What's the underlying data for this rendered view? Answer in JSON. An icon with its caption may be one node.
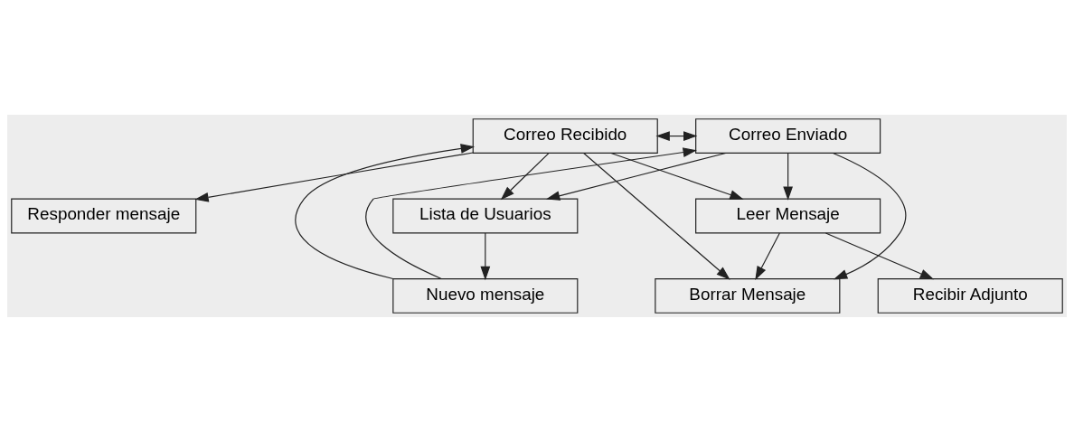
{
  "diagram": {
    "nodes": [
      {
        "text": [
          "Correo Recibido"
        ]
      },
      {
        "text": [
          "Correo Enviado"
        ]
      },
      {
        "text": [
          "Lista de Usuarios"
        ]
      },
      {
        "text": [
          "Responder mensaje"
        ]
      },
      {
        "text": [
          "Leer Mensaje"
        ]
      },
      {
        "text": [
          "Borrar Mensaje"
        ]
      },
      {
        "text": [
          "Nuevo mensaje"
        ]
      },
      {
        "text": [
          "Recibir Adjunto"
        ]
      }
    ],
    "edges": [
      {
        "from": 0,
        "to": 1,
        "arrow": "both"
      },
      {
        "from": 0,
        "to": 2,
        "arrow": "to"
      },
      {
        "from": 1,
        "to": 2,
        "arrow": "to"
      },
      {
        "from": 6,
        "to": 0,
        "arrow": "to"
      },
      {
        "from": 0,
        "to": 3,
        "arrow": "to"
      },
      {
        "from": 0,
        "to": 4,
        "arrow": "to"
      },
      {
        "from": 0,
        "to": 5,
        "arrow": "to"
      },
      {
        "from": 6,
        "to": 1,
        "arrow": "to"
      },
      {
        "from": 1,
        "to": 5,
        "arrow": "to"
      },
      {
        "from": 1,
        "to": 4,
        "arrow": "to"
      },
      {
        "from": 2,
        "to": 6,
        "arrow": "to"
      },
      {
        "from": 4,
        "to": 5,
        "arrow": "to"
      },
      {
        "from": 4,
        "to": 7,
        "arrow": "to"
      }
    ]
  }
}
